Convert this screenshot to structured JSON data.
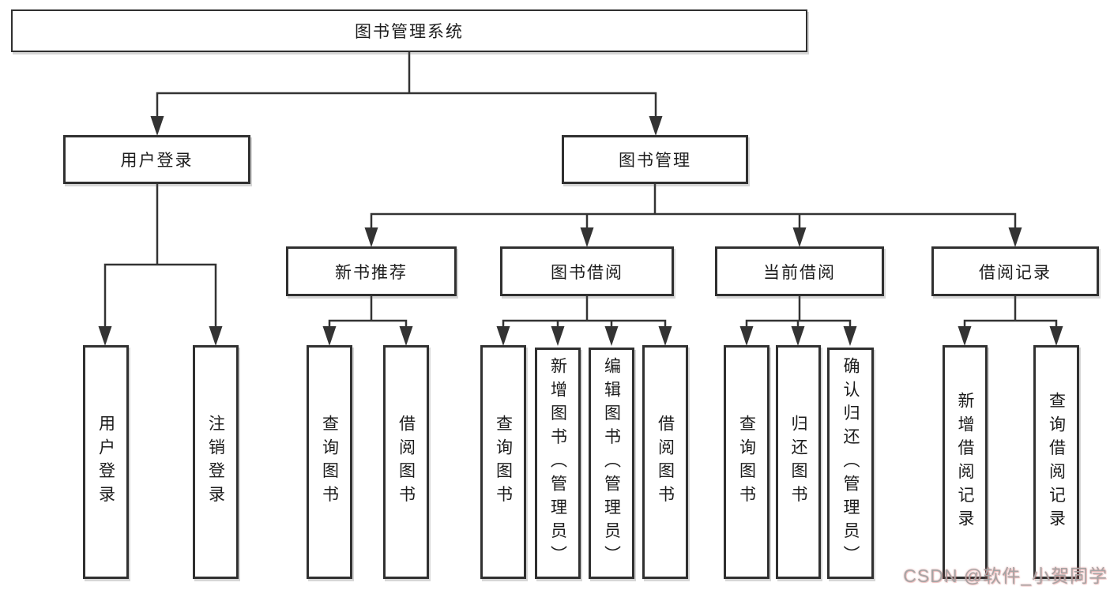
{
  "nodes": {
    "root": "图书管理系统",
    "login": "用户登录",
    "mgmt": "图书管理",
    "rec": "新书推荐",
    "borrow": "图书借阅",
    "current": "当前借阅",
    "records": "借阅记录",
    "login_user": "用户登录",
    "login_logout": "注销登录",
    "rec_query": "查询图书",
    "rec_borrow": "借阅图书",
    "borrow_query": "查询图书",
    "borrow_add": "新增图书（管理员）",
    "borrow_edit": "编辑图书（管理员）",
    "borrow_borrow": "借阅图书",
    "current_query": "查询图书",
    "current_return": "归还图书",
    "current_confirm": "确认归还（管理员）",
    "records_add": "新增借阅记录",
    "records_query": "查询借阅记录"
  },
  "tree": {
    "label": "图书管理系统",
    "children": [
      {
        "label": "用户登录",
        "children": [
          {
            "label": "用户登录"
          },
          {
            "label": "注销登录"
          }
        ]
      },
      {
        "label": "图书管理",
        "children": [
          {
            "label": "新书推荐",
            "children": [
              {
                "label": "查询图书"
              },
              {
                "label": "借阅图书"
              }
            ]
          },
          {
            "label": "图书借阅",
            "children": [
              {
                "label": "查询图书"
              },
              {
                "label": "新增图书（管理员）"
              },
              {
                "label": "编辑图书（管理员）"
              },
              {
                "label": "借阅图书"
              }
            ]
          },
          {
            "label": "当前借阅",
            "children": [
              {
                "label": "查询图书"
              },
              {
                "label": "归还图书"
              },
              {
                "label": "确认归还（管理员）"
              }
            ]
          },
          {
            "label": "借阅记录",
            "children": [
              {
                "label": "新增借阅记录"
              },
              {
                "label": "查询借阅记录"
              }
            ]
          }
        ]
      }
    ]
  },
  "watermark": {
    "text": "CSDN @软件_小贺同学"
  },
  "colors": {
    "line": "#333333",
    "box_border": "#303030",
    "text": "#1c1c1c",
    "background": "#ffffff",
    "watermark_gray": "#a5a5a5",
    "watermark_red": "#db6a6a"
  }
}
